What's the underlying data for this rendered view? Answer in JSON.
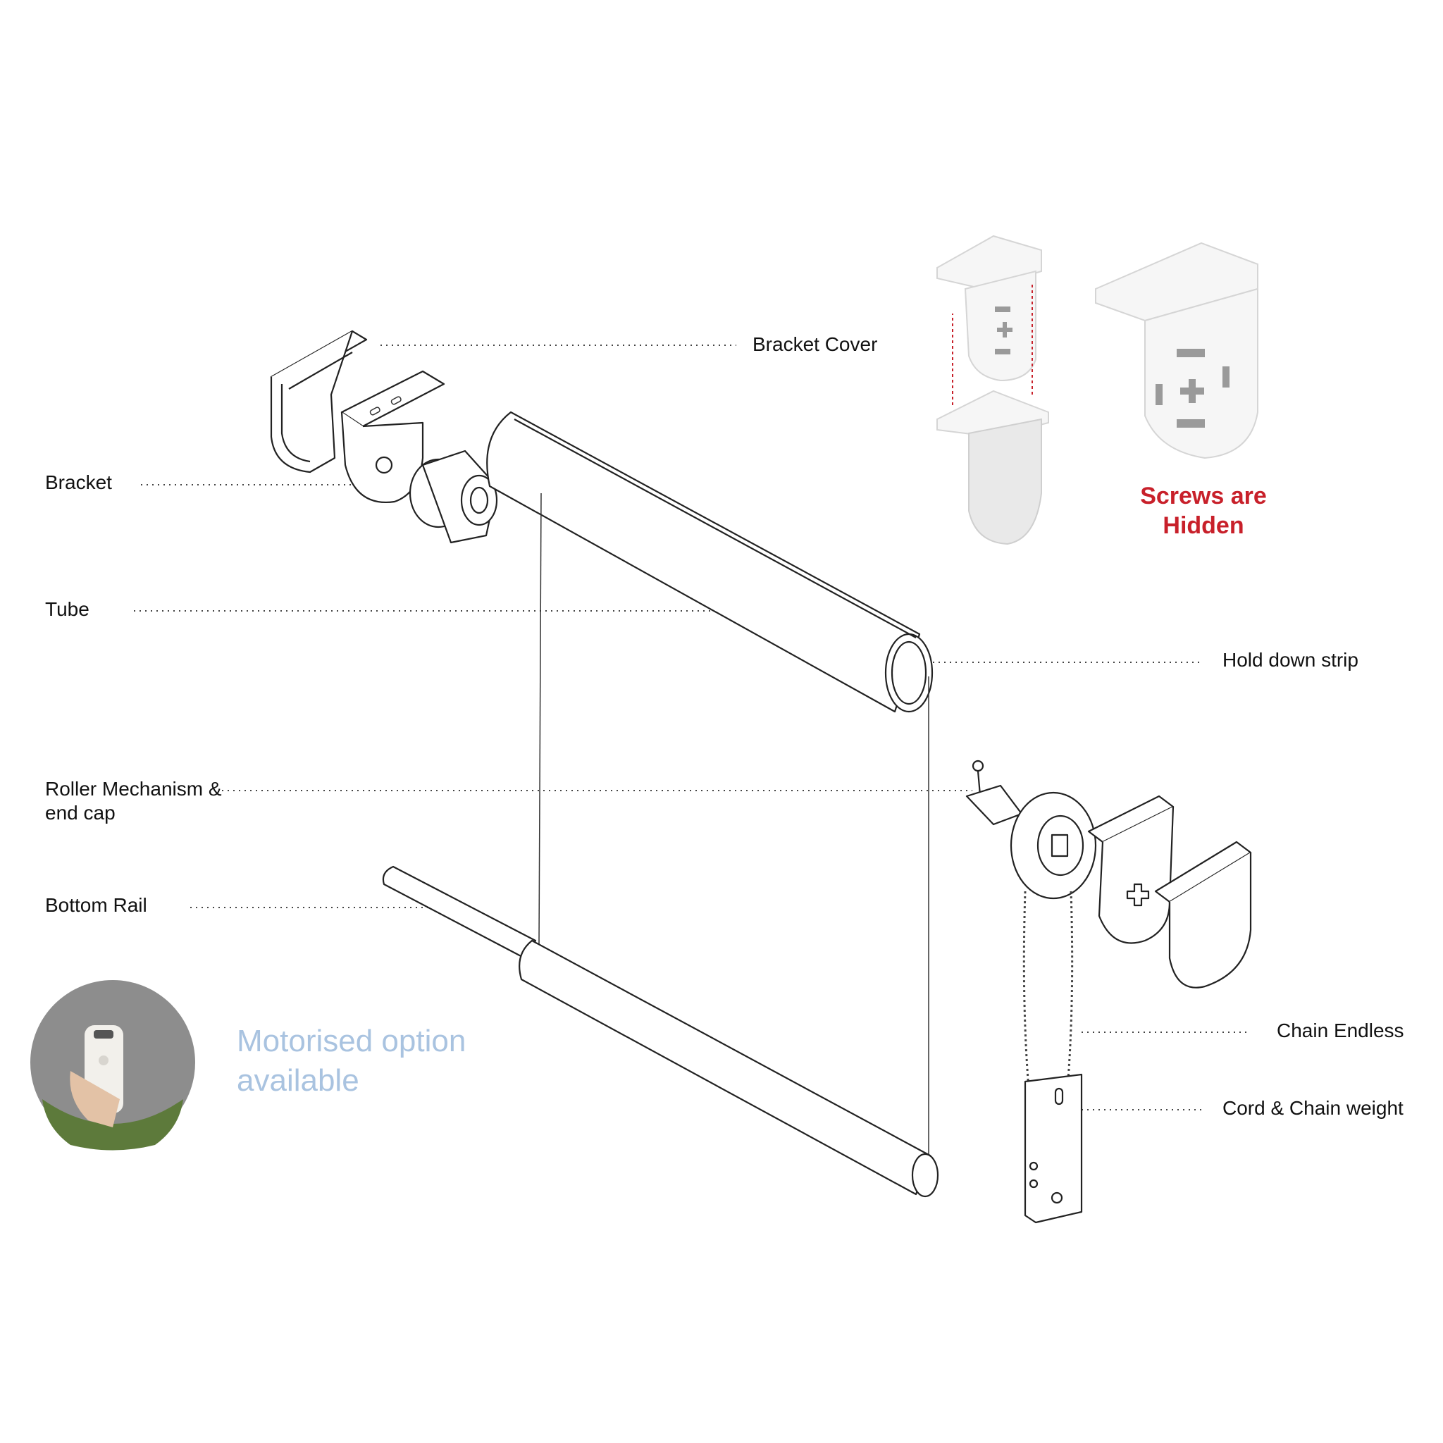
{
  "labels": {
    "bracket_cover": "Bracket Cover",
    "bracket": "Bracket",
    "tube": "Tube",
    "hold_down_strip": "Hold down strip",
    "roller_mechanism": "Roller Mechanism & end cap",
    "bottom_rail": "Bottom Rail",
    "chain_endless": "Chain Endless",
    "cord_chain_weight": "Cord & Chain weight"
  },
  "callout": {
    "text": "Screws are Hidden",
    "color": "#c8202a"
  },
  "motorised": {
    "text": "Motorised option available",
    "color": "#a9c3e0"
  },
  "icons": {
    "remote": "remote-control-photo",
    "screw": "screw-icon"
  }
}
